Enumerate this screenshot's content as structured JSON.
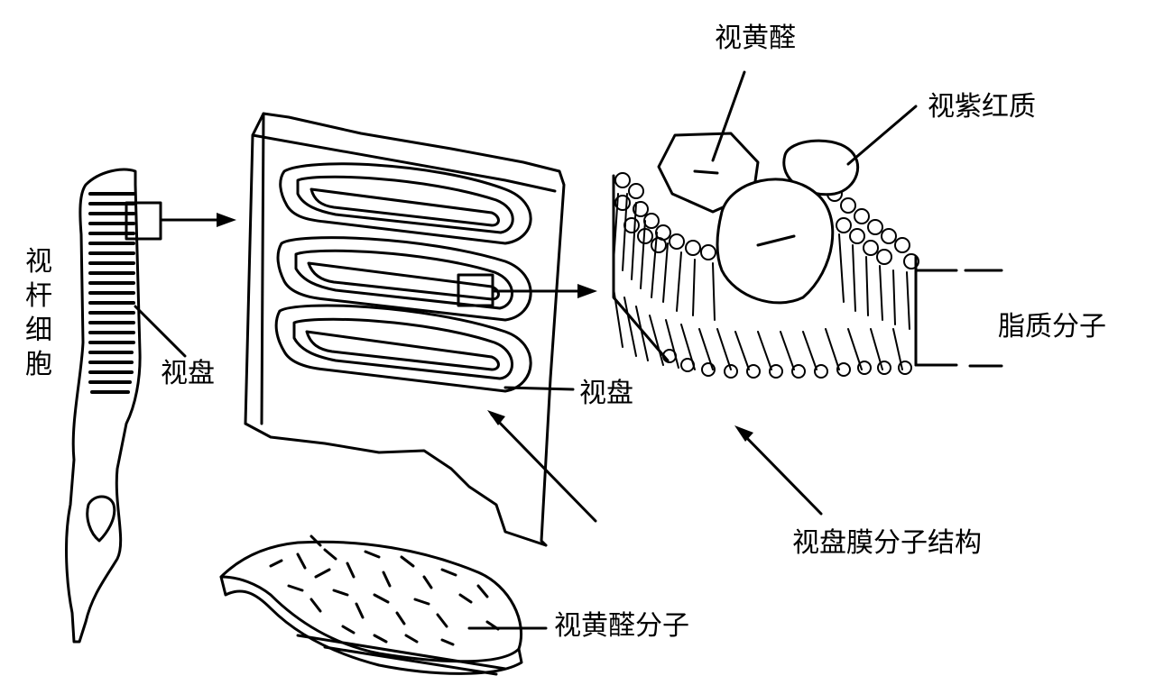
{
  "labels": {
    "rod_cell": "视杆细胞",
    "disc_left": "视盘",
    "disc_middle": "视盘",
    "retinal": "视黄醛",
    "rhodopsin": "视紫红质",
    "lipid_molecule": "脂质分子",
    "disc_membrane_structure": "视盘膜分子结构",
    "retinal_molecule": "视黄醛分子"
  },
  "colors": {
    "ink": "#000000",
    "paper": "#ffffff"
  }
}
